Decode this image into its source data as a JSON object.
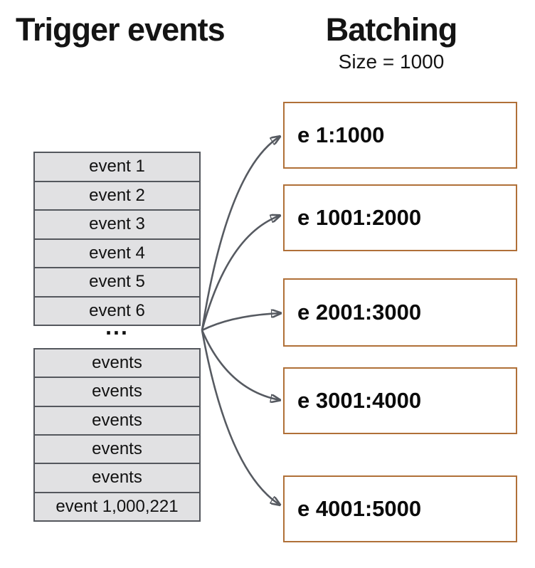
{
  "left_panel": {
    "title": "Trigger events",
    "stack1": [
      "event 1",
      "event 2",
      "event 3",
      "event 4",
      "event 5",
      "event 6"
    ],
    "ellipsis": "...",
    "stack2": [
      "events",
      "events",
      "events",
      "events",
      "events",
      "event 1,000,221"
    ]
  },
  "right_panel": {
    "title": "Batching",
    "subtitle": "Size = 1000",
    "batches": [
      "e 1:1000",
      "e 1001:2000",
      "e 2001:3000",
      "e 3001:4000",
      "e 4001:5000"
    ]
  },
  "colors": {
    "event_box_fill": "#e1e1e3",
    "event_box_border": "#54575d",
    "batch_box_border": "#b07038",
    "arrow": "#565a61",
    "text": "#141414",
    "background": "#ffffff"
  }
}
